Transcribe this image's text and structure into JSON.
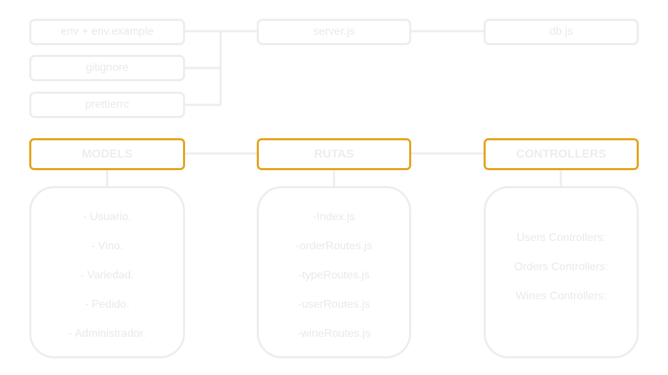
{
  "colors": {
    "accent_border": "#e5a31a",
    "muted_border": "#ededed",
    "muted_text": "#e9e9e9",
    "connector": "#ededed"
  },
  "top_nodes": {
    "env": "env + env.example",
    "gitignore": "gitignore",
    "prettierrc": "prettierrc",
    "server": "server.js",
    "db": "db.js"
  },
  "sections": {
    "models": {
      "title": "MODELS",
      "items": [
        "- Usuario.",
        "- Vino.",
        "- Variedad.",
        "- Pedido.",
        "- Administrador."
      ]
    },
    "rutas": {
      "title": "RUTAS",
      "items": [
        "-Index.js",
        "-orderRoutes.js",
        "-typeRoutes.js",
        "-userRoutes.js",
        "-wineRoutes.js"
      ]
    },
    "controllers": {
      "title": "CONTROLLERS",
      "items": [
        "Users Controllers:",
        "Orders Controllers:",
        "Wines Controllers:"
      ]
    }
  }
}
